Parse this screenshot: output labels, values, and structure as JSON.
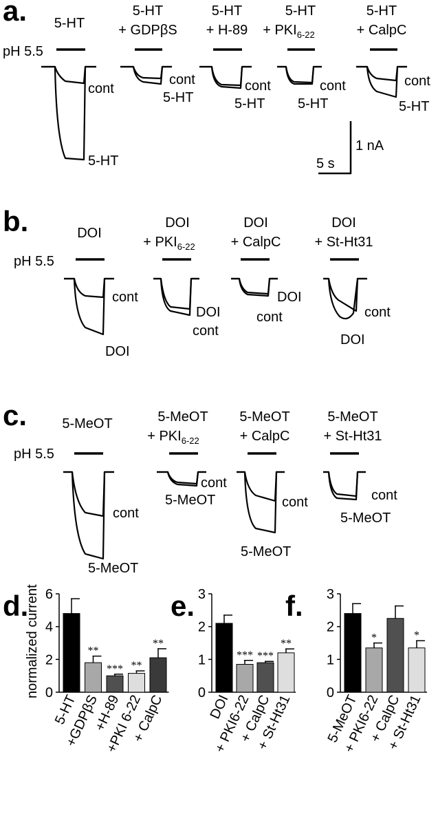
{
  "panels": {
    "a": {
      "label": "a.",
      "ph": "pH 5.5",
      "traces": [
        {
          "line1": "5-HT",
          "line2": "",
          "cond1": "cont",
          "cond2": "5-HT"
        },
        {
          "line1": "5-HT",
          "line2": "+ GDPβS",
          "cond1": "cont",
          "cond2": "5-HT"
        },
        {
          "line1": "5-HT",
          "line2": "+ H-89",
          "cond1": "cont",
          "cond2": "5-HT"
        },
        {
          "line1": "5-HT",
          "line2": "+ PKI",
          "sub": "6-22",
          "cond1": "cont",
          "cond2": "5-HT"
        },
        {
          "line1": "5-HT",
          "line2": "+ CalpC",
          "cond1": "cont",
          "cond2": "5-HT"
        }
      ],
      "scale": {
        "time": "5 s",
        "amp": "1 nA"
      }
    },
    "b": {
      "label": "b.",
      "ph": "pH 5.5",
      "traces": [
        {
          "line1": "DOI",
          "line2": "",
          "cond1": "cont",
          "cond2": "DOI"
        },
        {
          "line1": "DOI",
          "line2": "+ PKI",
          "sub": "6-22",
          "cond1": "DOI",
          "cond2": "cont"
        },
        {
          "line1": "DOI",
          "line2": "+ CalpC",
          "cond1": "DOI",
          "cond2": "cont"
        },
        {
          "line1": "DOI",
          "line2": "+ St-Ht31",
          "cond1": "cont",
          "cond2": "DOI"
        }
      ]
    },
    "c": {
      "label": "c.",
      "ph": "pH 5.5",
      "traces": [
        {
          "line1": "5-MeOT",
          "line2": "",
          "cond1": "cont",
          "cond2": "5-MeOT"
        },
        {
          "line1": "5-MeOT",
          "line2": "+ PKI",
          "sub": "6-22",
          "cond1": "cont",
          "cond2": "5-MeOT"
        },
        {
          "line1": "5-MeOT",
          "line2": "+ CalpC",
          "cond1": "cont",
          "cond2": "5-MeOT"
        },
        {
          "line1": "5-MeOT",
          "line2": "+ St-Ht31",
          "cond1": "cont",
          "cond2": "5-MeOT"
        }
      ]
    }
  },
  "chart_data": [
    {
      "type": "bar",
      "panel": "d.",
      "ylabel": "normalized current",
      "ylim": [
        0,
        6
      ],
      "yticks": [
        0,
        2,
        4,
        6
      ],
      "categories": [
        "5-HT",
        "+GDPβS",
        "+H-89",
        "+PKI 6-22",
        "+ CalpC"
      ],
      "values": [
        4.8,
        1.8,
        1.0,
        1.15,
        2.1
      ],
      "errors": [
        0.9,
        0.4,
        0.1,
        0.15,
        0.55
      ],
      "significance": [
        "",
        "**",
        "***",
        "**",
        "**"
      ],
      "colors": [
        "#000000",
        "#a8a8a8",
        "#505050",
        "#dedede",
        "#3a3a3a"
      ]
    },
    {
      "type": "bar",
      "panel": "e.",
      "ylabel": "",
      "ylim": [
        0,
        3
      ],
      "yticks": [
        0,
        1,
        2,
        3
      ],
      "categories": [
        "DOI",
        "+ PKI6-22",
        "+ CalpC",
        "+ St-Ht31"
      ],
      "values": [
        2.1,
        0.85,
        0.9,
        1.2
      ],
      "errors": [
        0.25,
        0.12,
        0.04,
        0.12
      ],
      "significance": [
        "",
        "***",
        "***",
        "**"
      ],
      "colors": [
        "#000000",
        "#a8a8a8",
        "#505050",
        "#dedede"
      ]
    },
    {
      "type": "bar",
      "panel": "f.",
      "ylabel": "",
      "ylim": [
        0,
        3
      ],
      "yticks": [
        0,
        1,
        2,
        3
      ],
      "categories": [
        "5-MeOT",
        "+ PKI6-22",
        "+ CalpC",
        "+ St-Ht31"
      ],
      "values": [
        2.4,
        1.35,
        2.25,
        1.35
      ],
      "errors": [
        0.3,
        0.15,
        0.38,
        0.22
      ],
      "significance": [
        "",
        "*",
        "",
        "*"
      ],
      "colors": [
        "#000000",
        "#a8a8a8",
        "#505050",
        "#dedede"
      ]
    }
  ]
}
